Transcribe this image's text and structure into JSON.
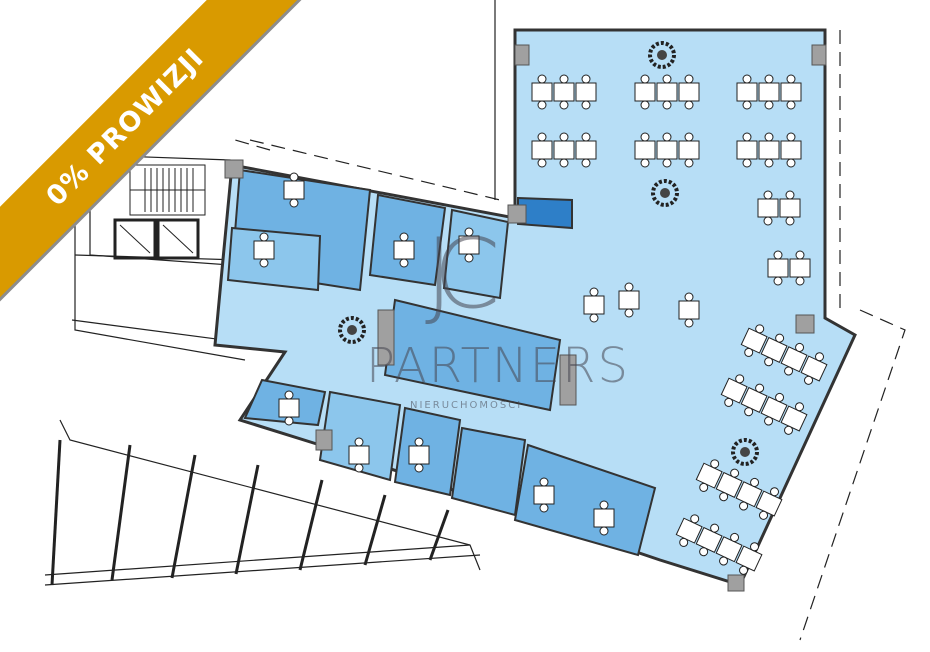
{
  "banner": {
    "text": "0% PROWIZJI",
    "color": "#d99a00"
  },
  "watermark": {
    "logo": "JC",
    "name": "PARTNERS",
    "subtitle": "NIERUCHOMOŚCI"
  },
  "colors": {
    "open_space": "#b7def6",
    "rooms": "#6fb2e3",
    "walls": "#a0a0a0",
    "desks": "#ffffff",
    "plants": "#2a2a2a"
  }
}
